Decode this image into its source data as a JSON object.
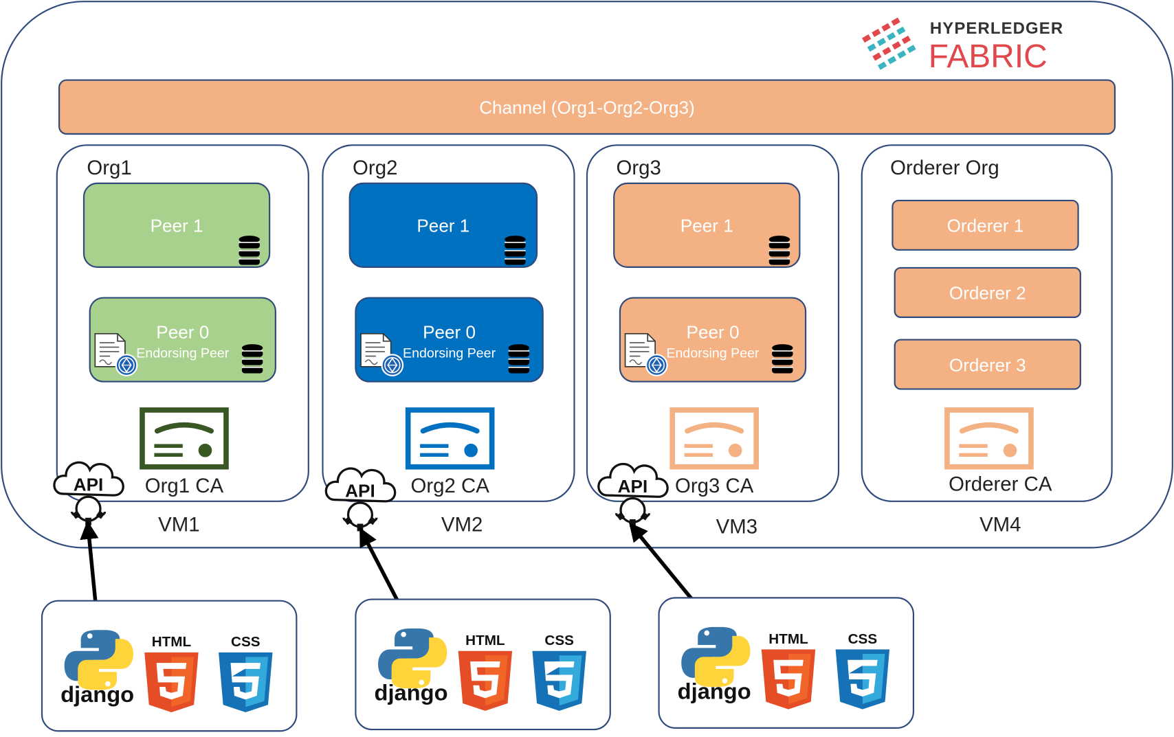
{
  "logo": {
    "line1": "HYPERLEDGER",
    "line2": "FABRIC"
  },
  "channel": {
    "label": "Channel (Org1-Org2-Org3)"
  },
  "orgs": [
    {
      "name": "Org1",
      "vm": "VM1",
      "ca": "Org1 CA",
      "peer1": "Peer 1",
      "peer0": "Peer 0",
      "peer0_role": "Endorsing Peer",
      "api": "API",
      "color": "#a9d18e",
      "ca_color": "#385723"
    },
    {
      "name": "Org2",
      "vm": "VM2",
      "ca": "Org2 CA",
      "peer1": "Peer 1",
      "peer0": "Peer 0",
      "peer0_role": "Endorsing Peer",
      "api": "API",
      "color": "#0070c0",
      "ca_color": "#0070c0"
    },
    {
      "name": "Org3",
      "vm": "VM3",
      "ca": "Org3 CA",
      "peer1": "Peer 1",
      "peer0": "Peer 0",
      "peer0_role": "Endorsing Peer",
      "api": "API",
      "color": "#f4b183",
      "ca_color": "#f4b183"
    }
  ],
  "orderer_org": {
    "name": "Orderer Org",
    "vm": "VM4",
    "ca": "Orderer CA",
    "orderers": [
      "Orderer 1",
      "Orderer 2",
      "Orderer 3"
    ],
    "color": "#f4b183"
  },
  "clients": [
    {
      "django": "django",
      "html": "HTML",
      "css": "CSS"
    },
    {
      "django": "django",
      "html": "HTML",
      "css": "CSS"
    },
    {
      "django": "django",
      "html": "HTML",
      "css": "CSS"
    }
  ],
  "colors": {
    "border": "#2f4b7c",
    "channel": "#f4b183",
    "html5": "#e44d26",
    "css3": "#1572b6"
  }
}
